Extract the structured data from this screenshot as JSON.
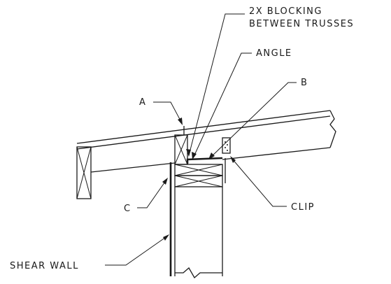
{
  "labels": {
    "blocking_line1": "2X BLOCKING",
    "blocking_line2": "BETWEEN TRUSSES",
    "angle": "ANGLE",
    "a": "A",
    "b": "B",
    "c": "C",
    "clip": "CLIP",
    "shear_wall": "SHEAR WALL"
  }
}
